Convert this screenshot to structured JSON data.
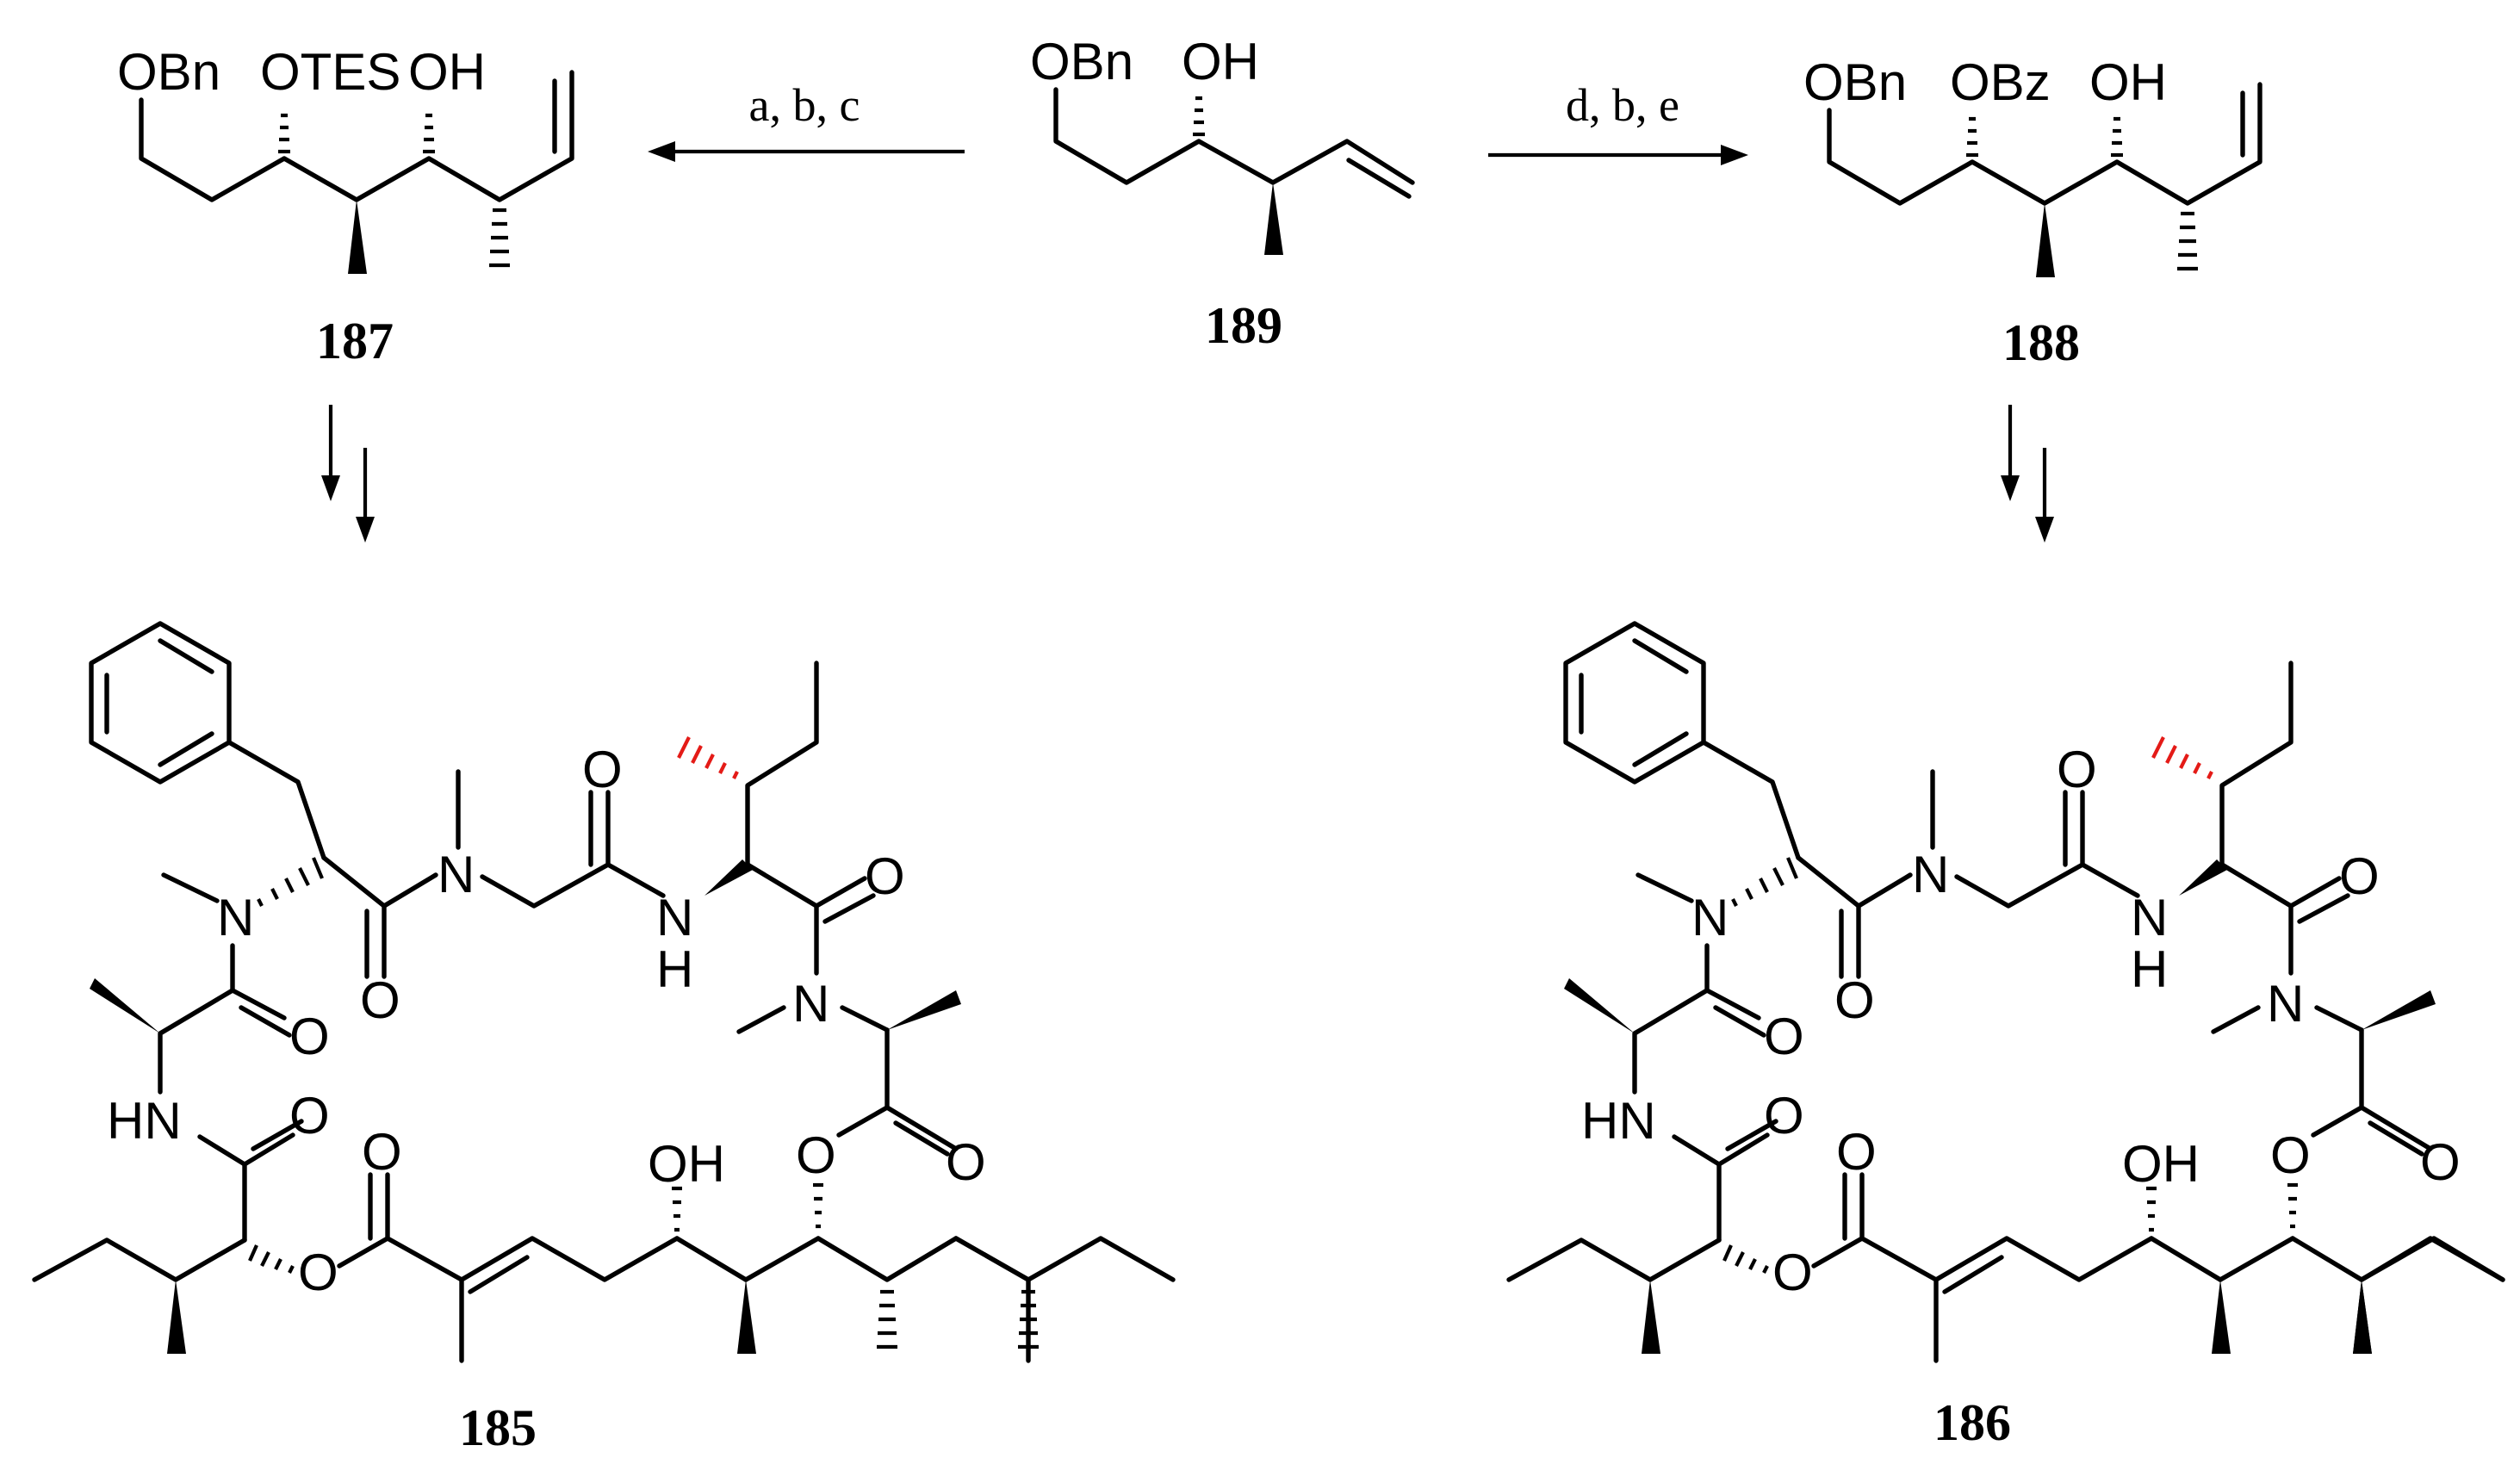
{
  "compounds": {
    "c189": "189",
    "c187": "187",
    "c188": "188",
    "c185": "185",
    "c186": "186"
  },
  "conditions": {
    "left": "a, b, c",
    "right": "d, b, e"
  },
  "atoms": {
    "obn": "OBn",
    "oh": "OH",
    "otes": "OTES",
    "obz": "OBz",
    "o": "O",
    "n": "N",
    "h": "H",
    "hn": "HN"
  },
  "colors": {
    "bond": "#000000",
    "hash_highlight": "#e41b17"
  }
}
